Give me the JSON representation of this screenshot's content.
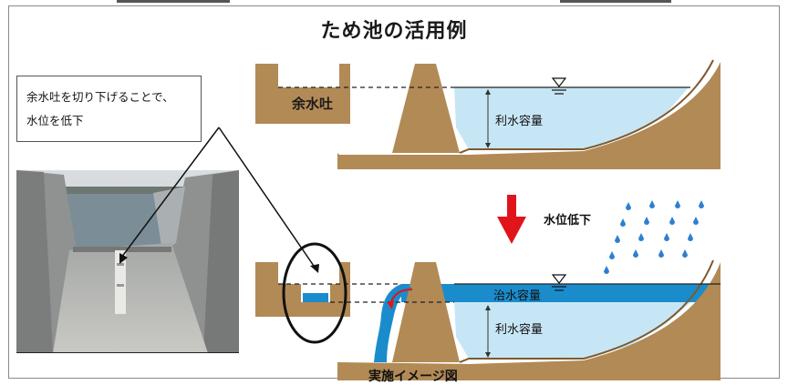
{
  "title": "ため池の活用例",
  "callout": {
    "line1": "余水吐を切り下げることで、",
    "line2": "水位を低下"
  },
  "diagram": {
    "spillway_label": "余水吐",
    "irrigation_capacity_top": "利水容量",
    "water_level_drop": "水位低下",
    "flood_capacity": "治水容量",
    "irrigation_capacity_bottom": "利水容量",
    "caption": "実施イメージ図"
  },
  "colors": {
    "water_light": "#c7e6f5",
    "water_dark": "#1a8ccc",
    "earth": "#b28a56",
    "earth_dark": "#7d5a2e",
    "arrow_red": "#e0141b",
    "rain": "#2f7fd0"
  }
}
